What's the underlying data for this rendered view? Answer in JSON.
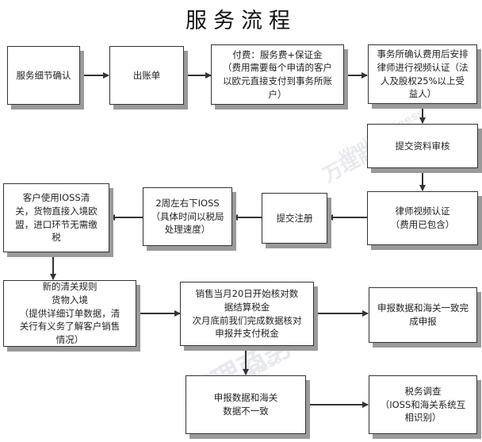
{
  "title": "服务流程",
  "watermark": {
    "cn": "万理商务",
    "en": "Wanli Business"
  },
  "nodes": {
    "n1": "服务细节确认",
    "n2": "出账单",
    "n3": "付费：服务费+保证金\n（费用需要每个申请的客户\n以欧元直接支付到事务所账\n户）",
    "n4": "事务所确认费用后安排\n律师进行视频认证（法\n人及股权25%以上受\n益人）",
    "n5": "提交资料审核",
    "n6": "律师视频认证\n（费用已包含）",
    "n7": "提交注册",
    "n8": "2周左右下IOSS\n（具体时间以税局\n处理速度）",
    "n9": "客户使用IOSS清\n关，货物直接入境欧\n盟，进口环节无需缴\n税",
    "n10": "新的清关规则\n货物入境\n（提供详细订单数据，清\n关行有义务了解客户销售\n情况）",
    "n11": "销售当月20日开始核对数\n据结算税金\n次月底前我们完成数据核对\n申报并支付税金",
    "n12": "申报数据和海关一致完\n成申报",
    "n13": "申报数据和海关\n数据不一致",
    "n14": "税务调查\n（IOSS和海关系统互\n相识别）"
  }
}
